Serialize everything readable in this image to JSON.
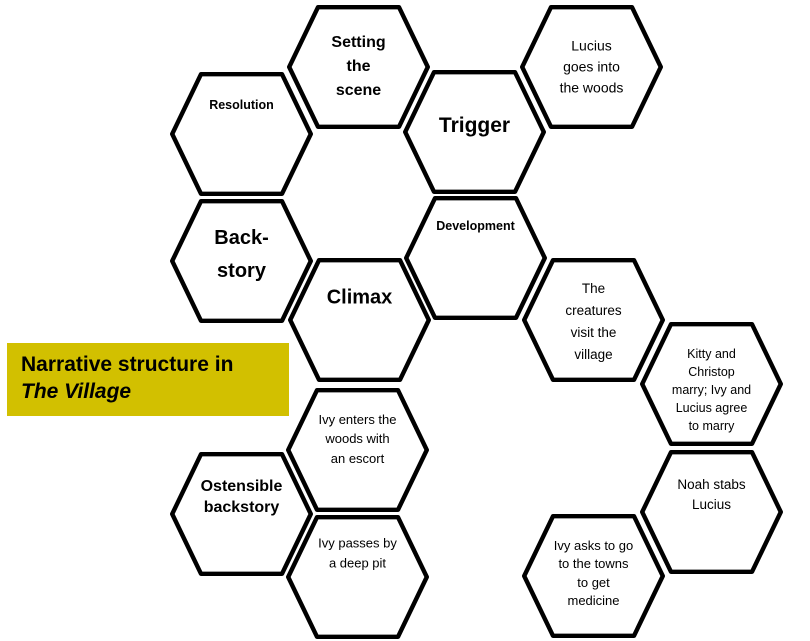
{
  "diagram": {
    "subject": "Narrative structure hexagon map",
    "title": {
      "line1": "Narrative structure in",
      "line2": "The Village"
    },
    "colors": {
      "background": "#ffffff",
      "hex_fill": "#ffffff",
      "hex_border": "#000000",
      "title_bg": "#d2c000",
      "title_text": "#000000"
    },
    "nodes": [
      {
        "id": "setting-the-scene",
        "label": "Setting\nthe\nscene",
        "emphasis": "bold"
      },
      {
        "id": "resolution",
        "label": "Resolution",
        "emphasis": "bold"
      },
      {
        "id": "trigger",
        "label": "Trigger",
        "emphasis": "bold"
      },
      {
        "id": "lucius-goes-into-woods",
        "label": "Lucius\ngoes into\nthe woods",
        "emphasis": "regular"
      },
      {
        "id": "back-story",
        "label": "Back-\nstory",
        "emphasis": "bold"
      },
      {
        "id": "development",
        "label": "Development",
        "emphasis": "bold"
      },
      {
        "id": "climax",
        "label": "Climax",
        "emphasis": "bold"
      },
      {
        "id": "creatures-visit-village",
        "label": "The\ncreatures\nvisit the\nvillage",
        "emphasis": "regular"
      },
      {
        "id": "kitty-christop-marry",
        "label": "Kitty and\nChristop\nmarry; Ivy and\nLucius agree\nto marry",
        "emphasis": "regular"
      },
      {
        "id": "ivy-enters-woods",
        "label": "Ivy enters the\nwoods with\nan escort",
        "emphasis": "regular"
      },
      {
        "id": "ostensible-backstory",
        "label": "Ostensible\nbackstory",
        "emphasis": "bold"
      },
      {
        "id": "ivy-passes-deep-pit",
        "label": "Ivy passes by\na deep pit",
        "emphasis": "regular"
      },
      {
        "id": "noah-stabs-lucius",
        "label": "Noah stabs\nLucius",
        "emphasis": "regular"
      },
      {
        "id": "ivy-asks-for-medicine",
        "label": "Ivy asks to go\nto the towns\nto get\nmedicine",
        "emphasis": "regular"
      }
    ]
  }
}
